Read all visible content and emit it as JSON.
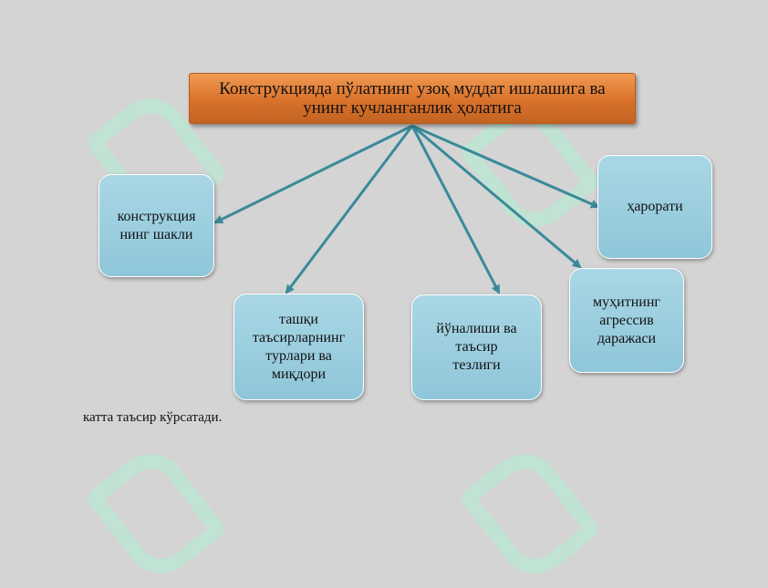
{
  "diagram": {
    "main": "Конструкцияда пўлатнинг узоқ муддат ишлашига ва унинг кучланганлик  ҳолатига",
    "nodes": {
      "shape": "конструкция\nнинг шакли",
      "external": "ташқи\nтаъсирларнинг\nтурлари ва\nмиқдори",
      "direction": "йўналиши ва\nтаъсир\nтезлиги",
      "environment": "муҳитнинг\nагрессив\nдаражаси",
      "temperature": "ҳарорати"
    },
    "caption": "катта таъсир кўрсатади."
  },
  "colors": {
    "main_box": "#d9712a",
    "node_fill": "#9acde0",
    "arrow": "#3a8a9a",
    "background": "#d4d4d4"
  }
}
